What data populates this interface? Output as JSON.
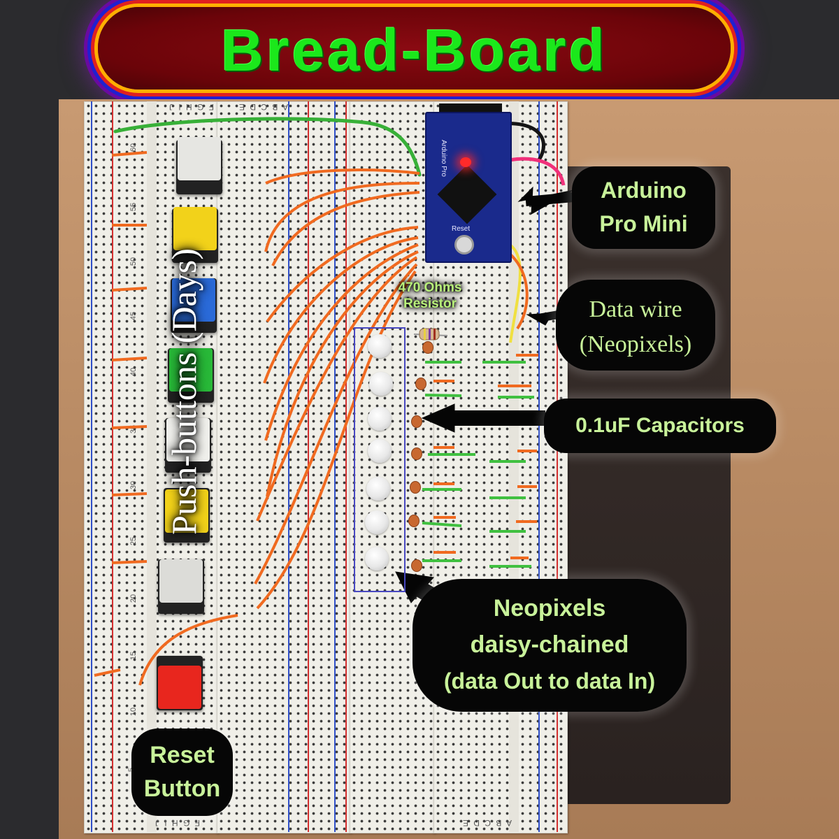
{
  "title": "Bread-Board",
  "labels": {
    "arduino_line1": "Arduino",
    "arduino_line2": "Pro Mini",
    "data_wire_line1": "Data wire",
    "data_wire_line2": "(Neopixels)",
    "capacitors": "0.1uF Capacitors",
    "neopixels_line1": "Neopixels",
    "neopixels_line2": "daisy-chained",
    "neopixels_line3": "(data Out to data In)",
    "reset_line1": "Reset",
    "reset_line2": "Button",
    "push_buttons": "Push-buttons (Days)",
    "resistor_line1": "470 Ohms",
    "resistor_line2": "Resistor"
  },
  "board_marks": {
    "row_numbers": [
      "60",
      "55",
      "50",
      "45",
      "40",
      "35",
      "30",
      "25",
      "20",
      "15",
      "10",
      "5"
    ],
    "column_letters_left": "F G H I J",
    "column_letters_mid": "A B C D E",
    "arduino_text": "Arduino Pro",
    "arduino_reset_text": "Reset"
  },
  "button_colors": [
    "#e8e8e4",
    "#f2d21a",
    "#2a6ad8",
    "#28b838",
    "#f0f0ec",
    "#f2d21a",
    "#dcdcd8",
    "#e8261e"
  ],
  "accent_colors": {
    "title_green": "#1be81b",
    "title_red": "#7a0810",
    "wire_orange": "#f06a20",
    "wire_green": "#40c040",
    "wire_yellow": "#f0e040",
    "wire_pink": "#f0307a",
    "callout_text": "#c8f29a"
  }
}
